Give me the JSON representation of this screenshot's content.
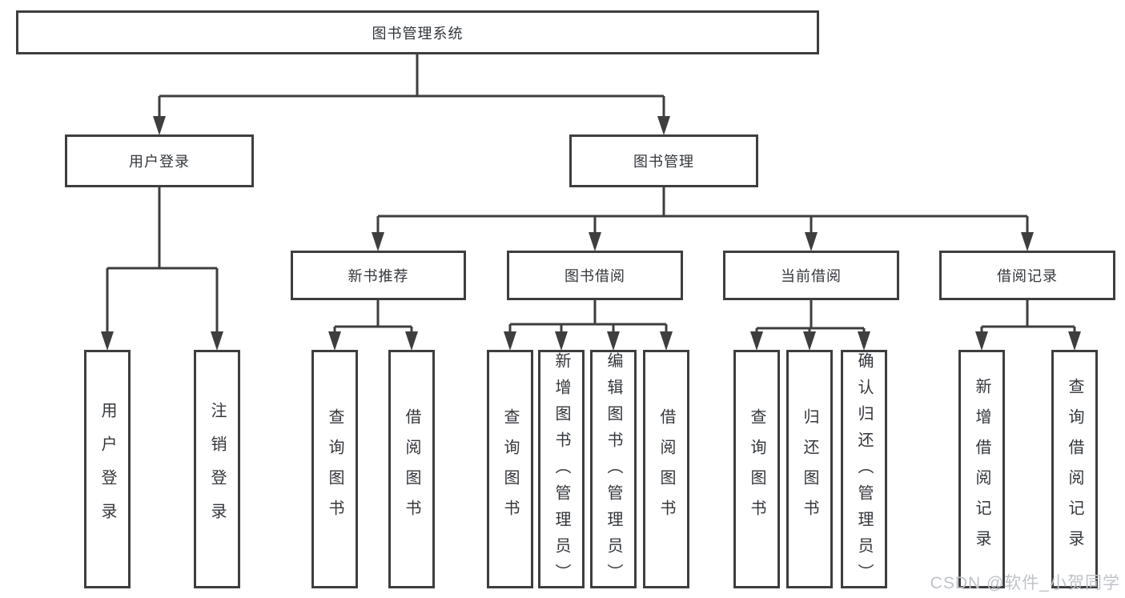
{
  "diagram": {
    "type": "hierarchy-tree",
    "line_color": "#3e3e3e",
    "background_color": "#ffffff",
    "text_color": "#33363b",
    "watermark_color": "#bfc3c9"
  },
  "nodes": {
    "root": {
      "label": "图书管理系统"
    },
    "userLogin": {
      "label": "用户登录"
    },
    "bookMgmt": {
      "label": "图书管理"
    },
    "newBookRec": {
      "label": "新书推荐"
    },
    "bookBorrow": {
      "label": "图书借阅"
    },
    "currentBorrow": {
      "label": "当前借阅"
    },
    "borrowRecords": {
      "label": "借阅记录"
    },
    "loginLeaf": {
      "label": "用户登录"
    },
    "logoutLeaf": {
      "label": "注销登录"
    },
    "queryBooksA": {
      "label": "查询图书"
    },
    "borrowBooksA": {
      "label": "借阅图书"
    },
    "queryBooksB": {
      "label": "查询图书"
    },
    "addBooksAdmin": {
      "label": "新增图书（管理员）"
    },
    "editBooksAdmin": {
      "label": "编辑图书（管理员）"
    },
    "borrowBooksB": {
      "label": "借阅图书"
    },
    "queryBooksC": {
      "label": "查询图书"
    },
    "returnBooks": {
      "label": "归还图书"
    },
    "confirmReturnAdmin": {
      "label": "确认归还（管理员）"
    },
    "addBorrowRecord": {
      "label": "新增借阅记录"
    },
    "queryBorrowRecord": {
      "label": "查询借阅记录"
    }
  },
  "hierarchy": {
    "图书管理系统": {
      "用户登录": [
        "用户登录",
        "注销登录"
      ],
      "图书管理": {
        "新书推荐": [
          "查询图书",
          "借阅图书"
        ],
        "图书借阅": [
          "查询图书",
          "新增图书（管理员）",
          "编辑图书（管理员）",
          "借阅图书"
        ],
        "当前借阅": [
          "查询图书",
          "归还图书",
          "确认归还（管理员）"
        ],
        "借阅记录": [
          "新增借阅记录",
          "查询借阅记录"
        ]
      }
    }
  },
  "watermark": {
    "text": "CSDN @软件_小贺同学"
  }
}
